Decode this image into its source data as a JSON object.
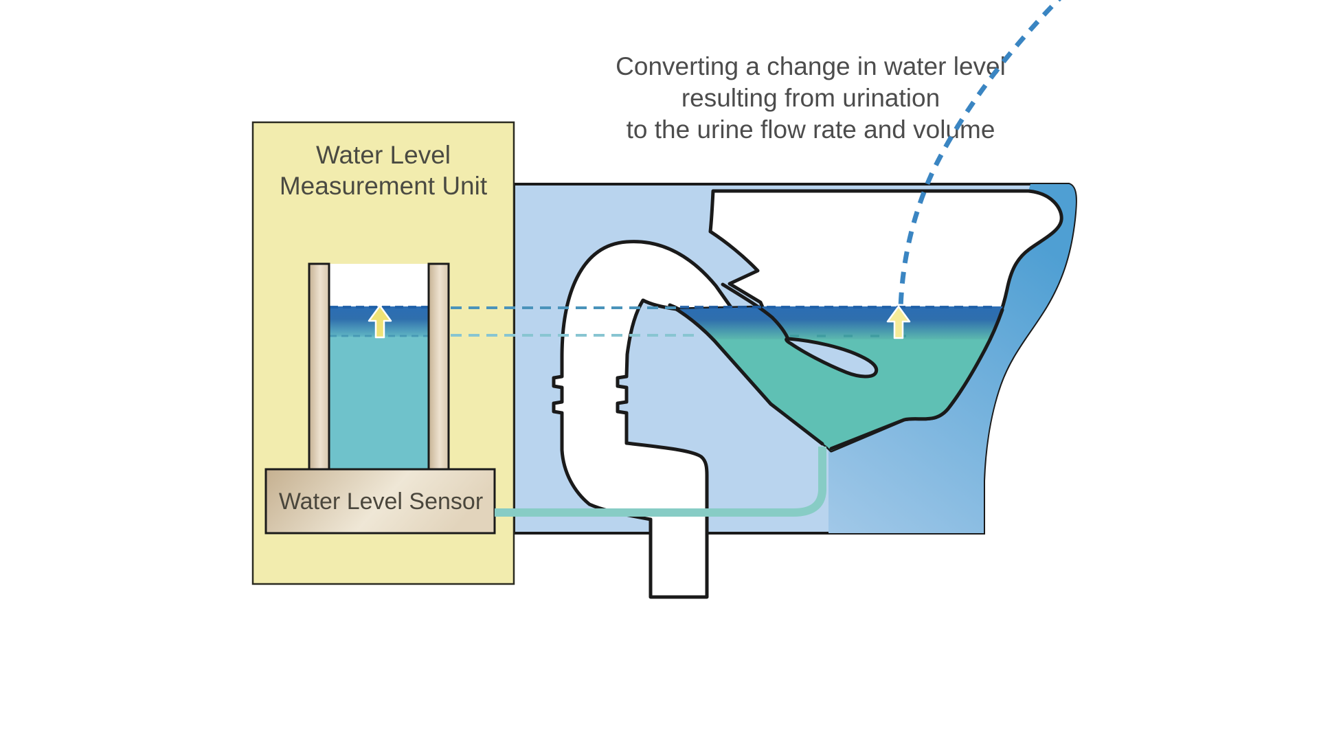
{
  "diagram": {
    "title": {
      "line1": "Converting a change in water level",
      "line2": "resulting from urination",
      "line3": "to the urine flow rate and volume"
    },
    "measurement_unit": {
      "label_line1": "Water Level",
      "label_line2": "Measurement Unit",
      "sensor_label": "Water Level Sensor"
    },
    "colors": {
      "panel_yellow": "#F2ECAE",
      "body_light_blue": "#B9D4EE",
      "bowl_exterior_blue": "#57A7D8",
      "surface_dark_blue": "#2B6DB4",
      "bowl_water_teal": "#5FC0B4",
      "tube_water_teal": "#6FC2CB",
      "sensor_tan": "#D8C7AC",
      "rise_arrow_yellow": "#F2E88A",
      "urine_stream_blue": "#3A85C2",
      "outline": "#1A1A1A",
      "text_gray": "#4A4A4A"
    }
  }
}
